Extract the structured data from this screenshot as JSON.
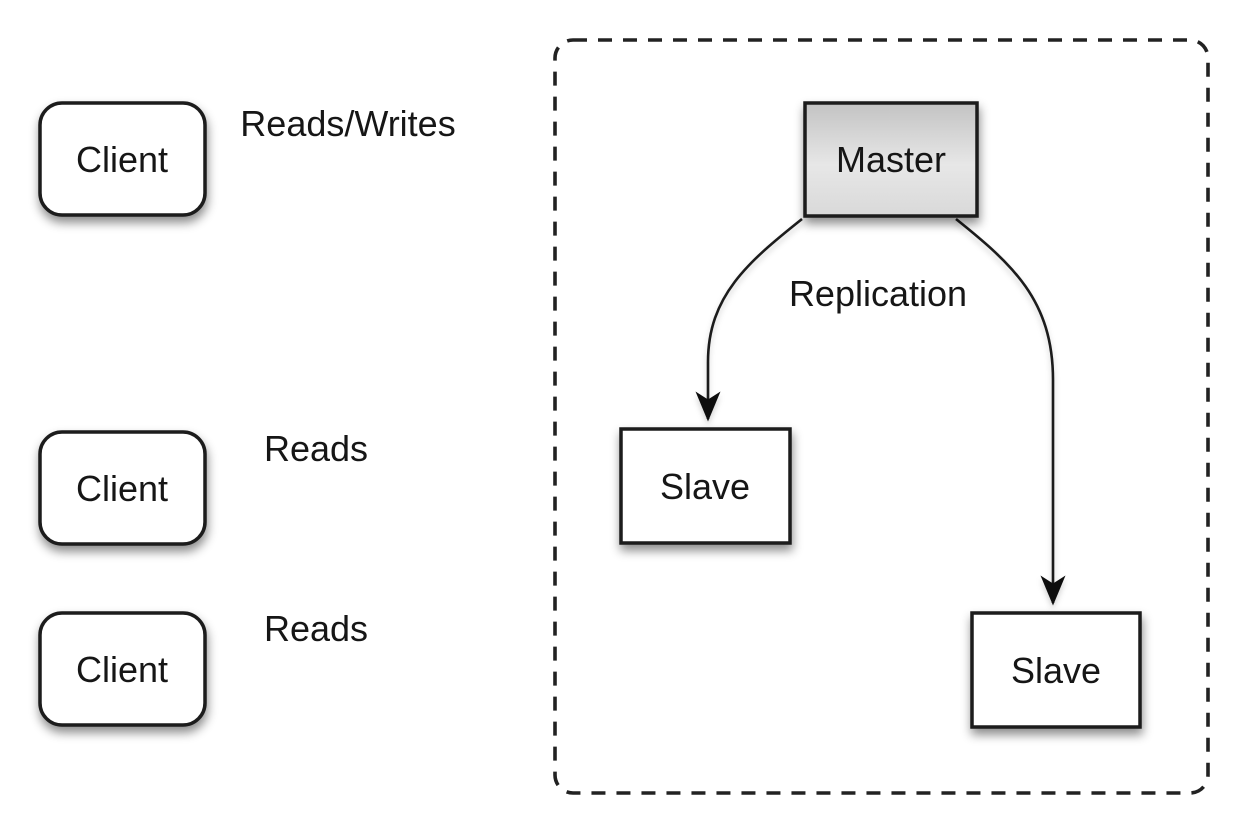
{
  "diagram": {
    "title": "master-slave-replication-architecture",
    "colors": {
      "background": "#ffffff",
      "line": "#1a1a1a",
      "text": "#161616",
      "master_gradient_top": "#c3c3c3",
      "master_gradient_mid": "#e7e7e7",
      "master_gradient_bottom": "#d9d9d9",
      "node_fill": "#ffffff"
    },
    "nodes": {
      "client1": {
        "label": "Client"
      },
      "client2": {
        "label": "Client"
      },
      "client3": {
        "label": "Client"
      },
      "master": {
        "label": "Master"
      },
      "slave1": {
        "label": "Slave"
      },
      "slave2": {
        "label": "Slave"
      }
    },
    "edges": {
      "reads_writes": {
        "label": "Reads/Writes",
        "from": "client1",
        "to": "master"
      },
      "reads1": {
        "label": "Reads",
        "from": "client2",
        "to": "slave1"
      },
      "reads2": {
        "label": "Reads",
        "from": "client3",
        "to": "slave2"
      },
      "replication1": {
        "label": "Replication",
        "from": "master",
        "to": "slave1"
      },
      "replication2": {
        "label": "",
        "from": "master",
        "to": "slave2"
      }
    }
  }
}
